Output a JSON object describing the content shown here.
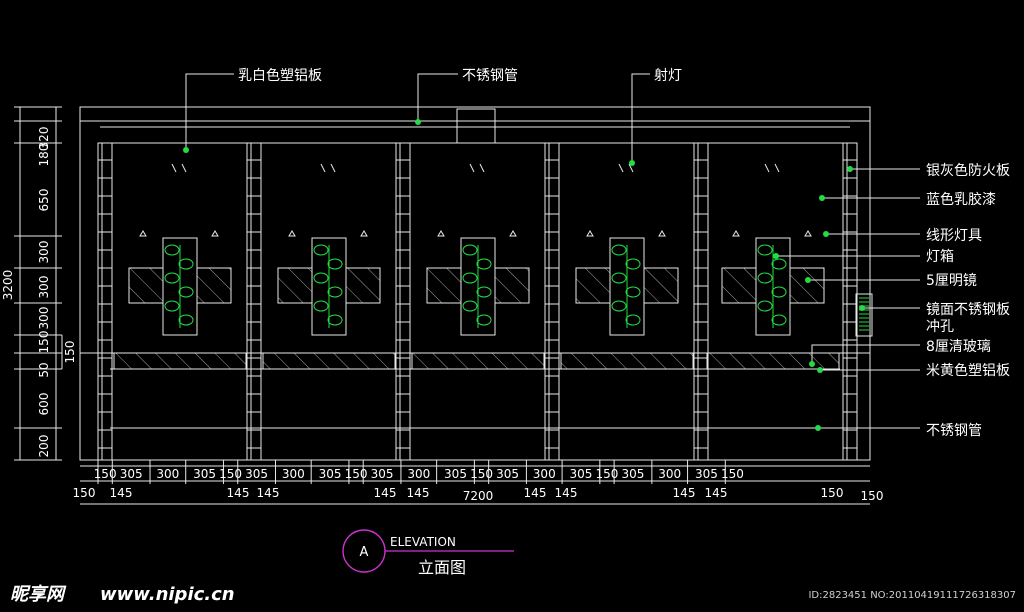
{
  "callouts_top": [
    "乳白色塑铝板",
    "不锈钢管",
    "射灯"
  ],
  "callouts_right": [
    "银灰色防火板",
    "蓝色乳胶漆",
    "线形灯具",
    "灯箱",
    "5厘明镜",
    "镜面不锈钢板",
    "冲孔",
    "8厘清玻璃",
    "米黄色塑铝板",
    "不锈钢管"
  ],
  "vertical_dims": [
    "320",
    "180",
    "650",
    "300",
    "300",
    "300",
    "150",
    "50",
    "600",
    "200"
  ],
  "vertical_total": "3200",
  "vertical_inner": "150",
  "horizontal_segments": [
    "150",
    "305",
    "300",
    "305",
    "150",
    "305",
    "300",
    "305",
    "150",
    "305",
    "300",
    "305",
    "150",
    "305",
    "300",
    "305",
    "150",
    "305",
    "300",
    "305",
    "150"
  ],
  "horizontal_row2": [
    "150",
    "145",
    "145",
    "145",
    "145",
    "145",
    "145",
    "145",
    "145",
    "145",
    "150"
  ],
  "horizontal_total": "7200",
  "title": {
    "mark": "A",
    "label": "ELEVATION",
    "subtitle": "立面图"
  },
  "watermark": {
    "brand": "昵享网",
    "url": "www.nipic.cn",
    "id": "ID:2823451 NO:20110419111726318307"
  },
  "colors": {
    "lines": "#e8e8e8",
    "green": "#22dd44",
    "magenta": "#cc33cc",
    "red": "#ff3333"
  }
}
